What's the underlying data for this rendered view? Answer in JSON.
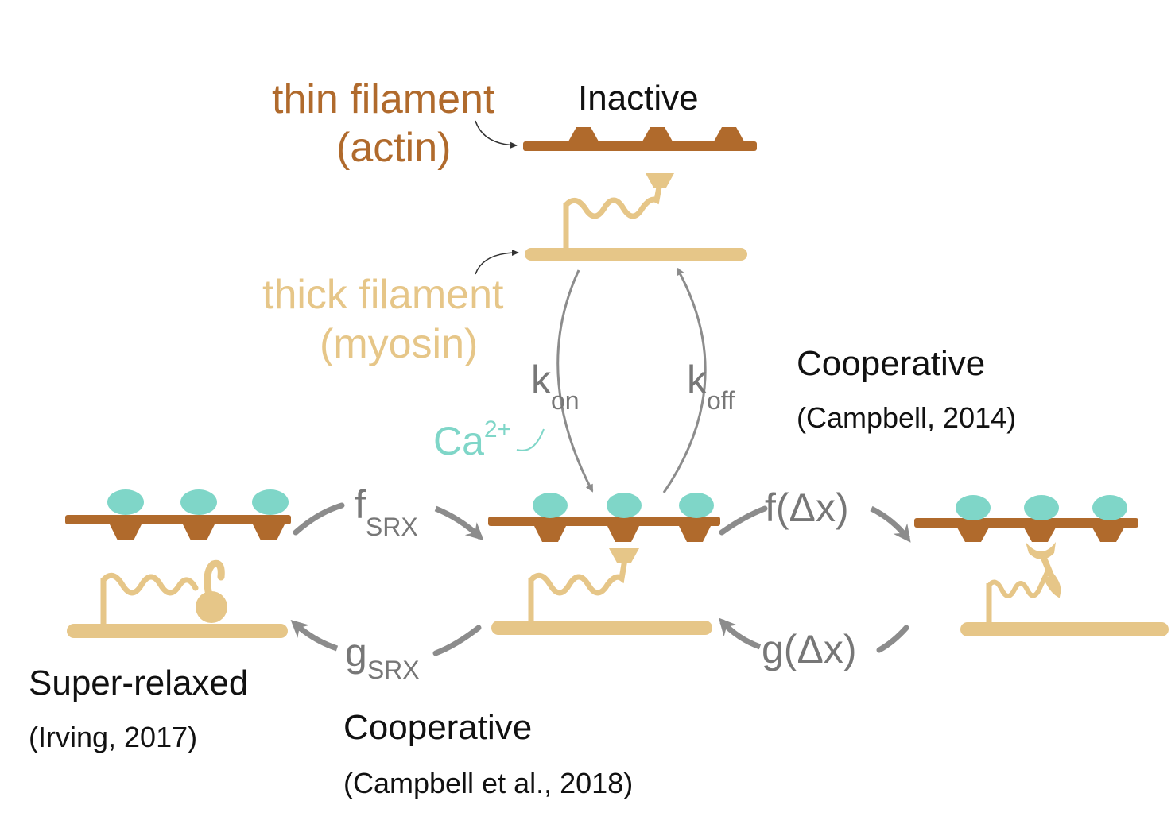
{
  "labels": {
    "thin_filament_line1": "thin filament",
    "thin_filament_line2": "(actin)",
    "inactive": "Inactive",
    "thick_filament_line1": "thick filament",
    "thick_filament_line2": "(myosin)",
    "k_on_main": "k",
    "k_on_sub": "on",
    "k_off_main": "k",
    "k_off_sub": "off",
    "calcium_main": "Ca",
    "calcium_sup": "2+",
    "f_srx_main": "f",
    "f_srx_sub": "SRX",
    "g_srx_main": "g",
    "g_srx_sub": "SRX",
    "f_dx": "f(Δx)",
    "g_dx": "g(Δx)",
    "cooperative_right": "Cooperative",
    "cooperative_right_ref": "(Campbell, 2014)",
    "super_relaxed": "Super-relaxed",
    "super_relaxed_ref": "(Irving, 2017)",
    "cooperative_bottom": "Cooperative",
    "cooperative_bottom_ref": "(Campbell et al., 2018)"
  },
  "colors": {
    "actin": "#b06a2c",
    "myosin": "#e6c688",
    "calcium": "#7fd6c8",
    "arrow": "#8c8c8c",
    "text": "#111111"
  },
  "icons": [
    "actin-filament",
    "myosin-filament",
    "calcium-ion",
    "curved-arrow"
  ]
}
